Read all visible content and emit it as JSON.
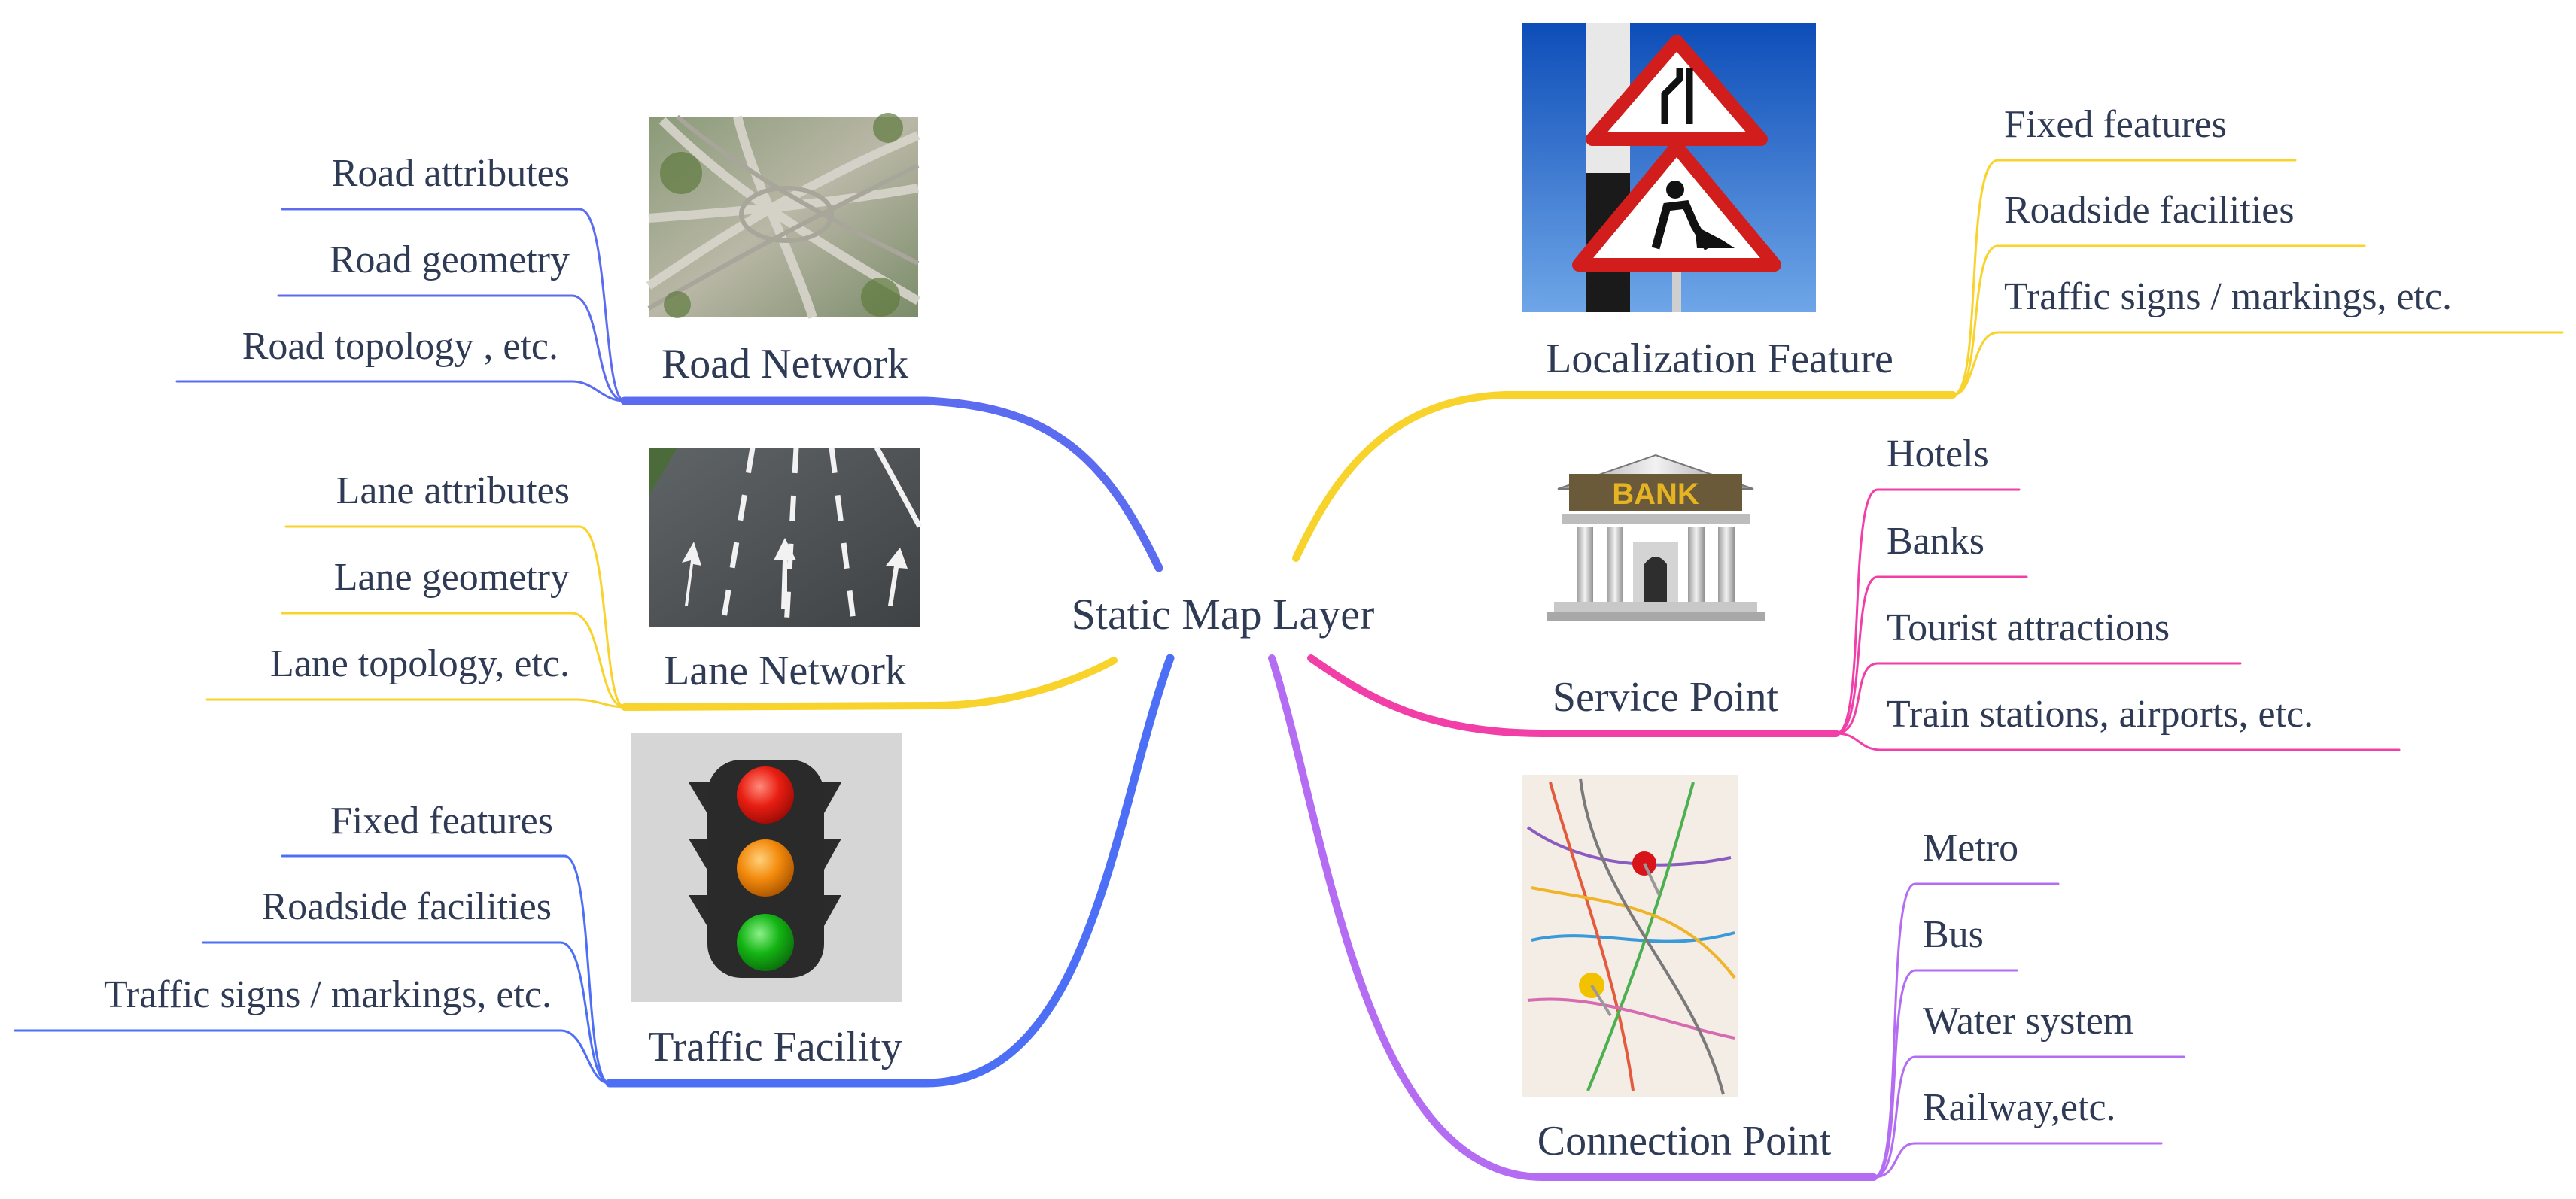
{
  "central_topic": "Static Map Layer",
  "colors": {
    "text": "#2f3a55",
    "road_network": "#5b6cf0",
    "lane_network": "#f8d32c",
    "traffic_facility": "#4d6ff5",
    "localization_feature": "#f8d32c",
    "service_point": "#f23ea7",
    "connection_point": "#b46cf2"
  },
  "branches": {
    "road_network": {
      "label": "Road Network",
      "image": "road-network-photo",
      "items": [
        "Road attributes",
        "Road geometry",
        "Road topology , etc."
      ]
    },
    "lane_network": {
      "label": "Lane Network",
      "image": "lane-network-photo",
      "items": [
        "Lane attributes",
        "Lane geometry",
        "Lane topology, etc."
      ]
    },
    "traffic_facility": {
      "label": "Traffic Facility",
      "image": "traffic-light-icon",
      "items": [
        "Fixed features",
        "Roadside facilities",
        "Traffic signs / markings, etc."
      ]
    },
    "localization_feature": {
      "label": "Localization Feature",
      "image": "road-signs-photo",
      "items": [
        "Fixed features",
        "Roadside facilities",
        "Traffic signs / markings, etc."
      ]
    },
    "service_point": {
      "label": "Service Point",
      "image": "bank-building-icon",
      "image_text": "BANK",
      "items": [
        "Hotels",
        "Banks",
        "Tourist attractions",
        "Train stations, airports, etc."
      ]
    },
    "connection_point": {
      "label": "Connection Point",
      "image": "metro-map-photo",
      "items": [
        "Metro",
        "Bus",
        "Water system",
        "Railway,etc."
      ]
    }
  }
}
